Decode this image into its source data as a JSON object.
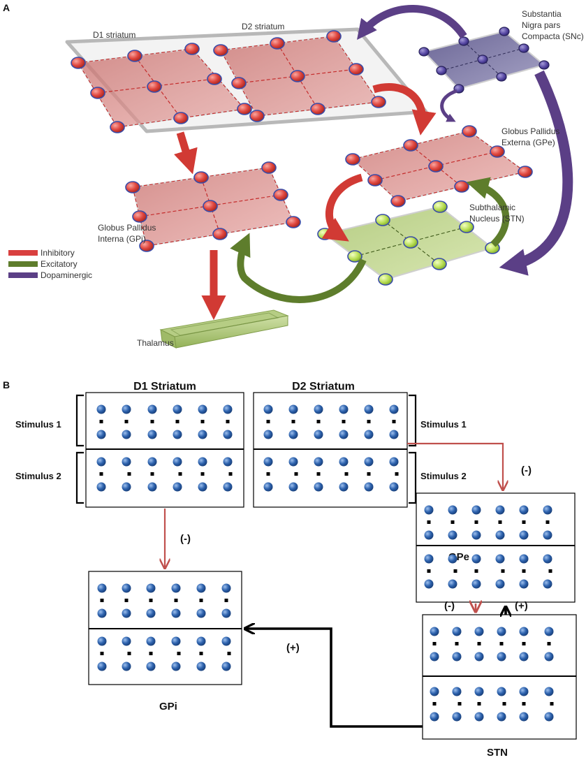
{
  "panel_a": {
    "letter": "A",
    "labels": {
      "d1": "D1 striatum",
      "d2": "D2 striatum",
      "snc_1": "Substantia",
      "snc_2": "Nigra pars",
      "snc_3": "Compacta (SNc)",
      "gpe_1": "Globus Pallidus",
      "gpe_2": "Externa (GPe)",
      "stn_1": "Subthalamic",
      "stn_2": "Nucleus (STN)",
      "gpi_1": "Globus Pallidus",
      "gpi_2": "Interna (GPi)",
      "thalamus": "Thalamus"
    },
    "legend": [
      {
        "label": "Inhibitory",
        "color": "#d9403f"
      },
      {
        "label": "Excitatory",
        "color": "#5e7d2c"
      },
      {
        "label": "Dopaminergic",
        "color": "#5b3f86"
      }
    ]
  },
  "panel_b": {
    "letter": "B",
    "d1_title": "D1 Striatum",
    "d2_title": "D2 Striatum",
    "stim1_left": "Stimulus 1",
    "stim2_left": "Stimulus 2",
    "stim1_right": "Stimulus 1",
    "stim2_right": "Stimulus 2",
    "gpe": "GPe",
    "gpi": "GPi",
    "stn": "STN",
    "sign_d1_gpi": "(-)",
    "sign_d2_gpe": "(-)",
    "sign_gpe_stn": "(-)",
    "sign_stn_gpe": "(+)",
    "sign_stn_gpi": "(+)"
  },
  "colors": {
    "inhibitory": "#d9403f",
    "excitatory": "#5e7d2c",
    "dopaminergic": "#5b3f86",
    "neuron_blue": "#2b5fa8",
    "arrow_red": "#c0504d"
  }
}
